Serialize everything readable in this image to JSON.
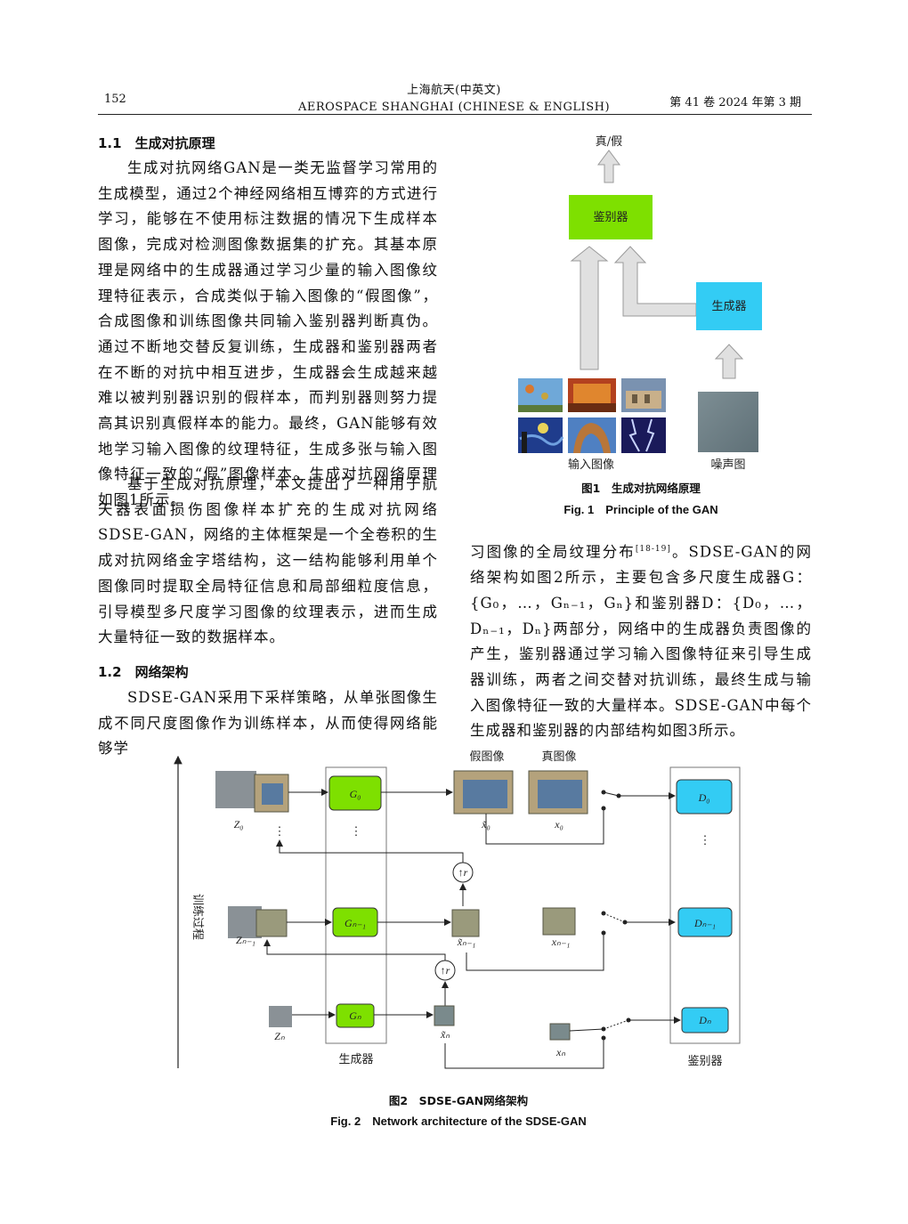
{
  "header": {
    "journal_cn": "上海航天(中英文)",
    "journal_en": "AEROSPACE SHANGHAI (CHINESE & ENGLISH)",
    "page_number": "152",
    "issue": "第 41 卷 2024 年第 3 期"
  },
  "section_1_1": {
    "title": "1.1　生成对抗原理",
    "p1": "生成对抗网络GAN是一类无监督学习常用的生成模型，通过2个神经网络相互博弈的方式进行学习，能够在不使用标注数据的情况下生成样本图像，完成对检测图像数据集的扩充。其基本原理是网络中的生成器通过学习少量的输入图像纹理特征表示，合成类似于输入图像的“假图像”，合成图像和训练图像共同输入鉴别器判断真伪。通过不断地交替反复训练，生成器和鉴别器两者在不断的对抗中相互进步，生成器会生成越来越难以被判别器识别的假样本，而判别器则努力提高其识别真假样本的能力。最终，GAN能够有效地学习输入图像的纹理特征，生成多张与输入图像特征一致的“假”图像样本。生成对抗网络原理如图1所示。",
    "p2": "基于生成对抗原理，本文提出了一种用于航天器表面损伤图像样本扩充的生成对抗网络SDSE-GAN，网络的主体框架是一个全卷积的生成对抗网络金字塔结构，这一结构能够利用单个图像同时提取全局特征信息和局部细粒度信息，引导模型多尺度学习图像的纹理表示，进而生成大量特征一致的数据样本。"
  },
  "section_1_2": {
    "title": "1.2　网络架构",
    "p1": "SDSE-GAN采用下采样策略，从单张图像生成不同尺度图像作为训练样本，从而使得网络能够学",
    "p2_start": "习图像的全局纹理分布",
    "p2_cite": "[18-19]",
    "p2_rest": "。SDSE-GAN的网络架构如图2所示，主要包含多尺度生成器G：{G₀，…，Gₙ₋₁，Gₙ}和鉴别器D：{D₀，…，Dₙ₋₁，Dₙ}两部分，网络中的生成器负责图像的产生，鉴别器通过学习输入图像特征来引导生成器训练，两者之间交替对抗训练，最终生成与输入图像特征一致的大量样本。SDSE-GAN中每个生成器和鉴别器的内部结构如图3所示。"
  },
  "figure1": {
    "top_label": "真/假",
    "discriminator": "鉴别器",
    "generator": "生成器",
    "input_label": "输入图像",
    "noise_label": "噪声图",
    "caption_cn": "图1　生成对抗网络原理",
    "caption_en": "Fig. 1　Principle of the GAN",
    "colors": {
      "discriminator": "#7ee000",
      "generator": "#33ccf4"
    }
  },
  "figure2": {
    "fake_label": "假图像",
    "real_label": "真图像",
    "g0": "G₀",
    "gn1": "Gₙ₋₁",
    "gn": "Gₙ",
    "d0": "D₀",
    "dn1": "Dₙ₋₁",
    "dn": "Dₙ",
    "z0": "Z₀",
    "zn1": "Zₙ₋₁",
    "zn": "Zₙ",
    "x0t": "x̃₀",
    "x0": "x₀",
    "xn1t": "x̃ₙ₋₁",
    "xn1": "xₙ₋₁",
    "xnt": "x̃ₙ",
    "xn": "xₙ",
    "up": "↑r",
    "dots": "⋮",
    "axis": "训练过程",
    "generator_group": "生成器",
    "discriminator_group": "鉴别器",
    "caption_cn": "图2　SDSE-GAN网络架构",
    "caption_en": "Fig. 2　Network architecture of the SDSE-GAN",
    "colors": {
      "generator": "#7ee000",
      "discriminator": "#33ccf4"
    }
  }
}
